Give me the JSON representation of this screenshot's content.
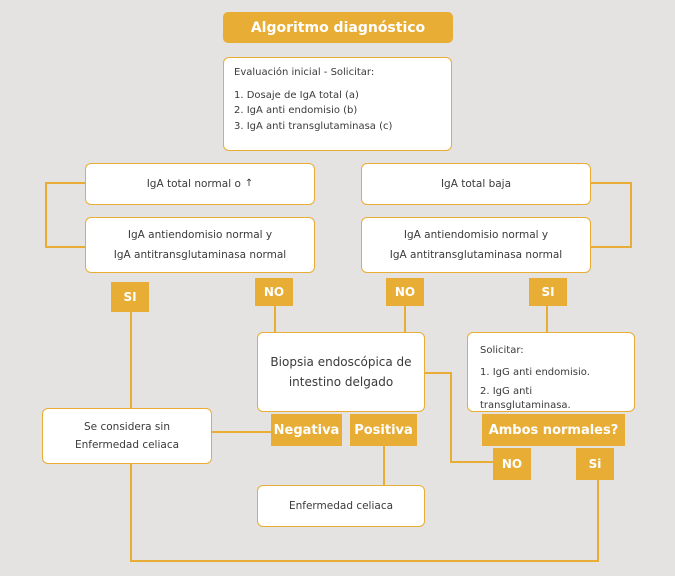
{
  "title": "Algoritmo diagnóstico",
  "initial_eval": {
    "heading": "Evaluación inicial - Solicitar:",
    "items": [
      "1. Dosaje de IgA total (a)",
      "2. IgA anti endomisio (b)",
      "3. IgA anti transglutaminasa (c)"
    ]
  },
  "left_branch": {
    "top": "IgA total normal o",
    "top_arrow": "↑",
    "second_line1": "IgA antiendomisio normal y",
    "second_line2": "IgA antitransglutaminasa normal",
    "yes": "SI",
    "no": "NO"
  },
  "right_branch": {
    "top": "IgA total baja",
    "second_line1": "IgA antiendomisio normal y",
    "second_line2": "IgA antitransglutaminasa normal",
    "no": "NO",
    "yes": "SI"
  },
  "biopsy": {
    "line1": "Biopsia endoscópica de",
    "line2": "intestino delgado",
    "negative": "Negativa",
    "positive": "Positiva"
  },
  "no_disease": {
    "line1": "Se considera sin",
    "line2": "Enfermedad celiaca"
  },
  "disease": "Enfermedad celiaca",
  "request_igg": {
    "heading": "Solicitar:",
    "items": [
      "1. IgG anti endomisio.",
      "2. IgG anti transglutaminasa."
    ]
  },
  "both_normal": {
    "label": "Ambos normales?",
    "no": "NO",
    "yes": "Si"
  },
  "colors": {
    "accent": "#e8ad35",
    "background": "#e4e3e1",
    "text": "#3a3a3a"
  }
}
